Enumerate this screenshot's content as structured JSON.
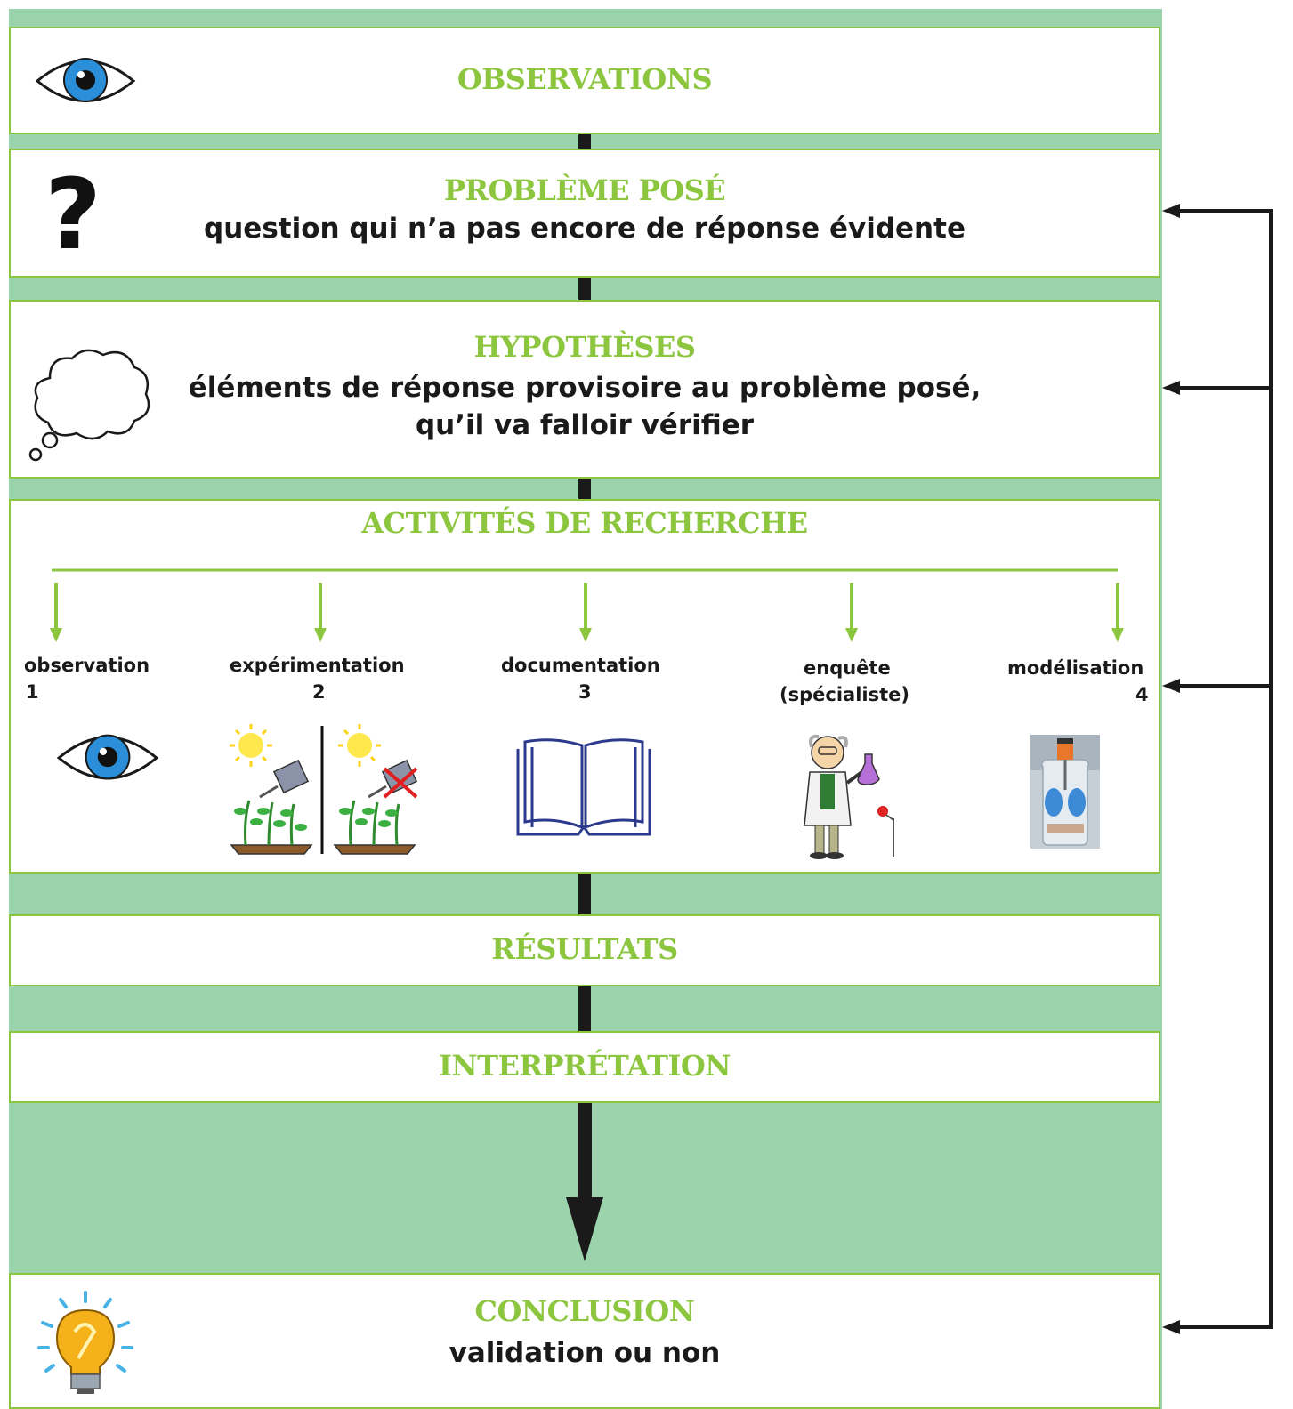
{
  "steps": {
    "observations": {
      "title": "OBSERVATIONS"
    },
    "probleme": {
      "title": "PROBLÈME POSÉ",
      "text": "question qui n’a pas encore de réponse évidente"
    },
    "hypotheses": {
      "title": "HYPOTHÈSES",
      "line1": "éléments de réponse provisoire au problème posé,",
      "line2": "qu’il va falloir vérifier"
    },
    "activites": {
      "title": "ACTIVITÉS DE RECHERCHE",
      "items": [
        {
          "label": "observation",
          "number": "1",
          "icon": "eye-icon"
        },
        {
          "label": "expérimentation",
          "number": "2",
          "icon": "plant-experiment-icon"
        },
        {
          "label": "documentation",
          "number": "3",
          "icon": "book-icon"
        },
        {
          "label": "enquête",
          "label2": "(spécialiste)",
          "icon": "scientist-icon"
        },
        {
          "label": "modélisation",
          "number": "4",
          "icon": "lung-model-icon"
        }
      ]
    },
    "resultats": {
      "title": "RÉSULTATS"
    },
    "interpretation": {
      "title": "INTERPRÉTATION"
    },
    "conclusion": {
      "title": "CONCLUSION",
      "text": "validation ou non"
    }
  },
  "colors": {
    "accent_green": "#8cc63f",
    "band_green": "#9ad3ac",
    "text_dark": "#1a1a1a",
    "eye_blue": "#2a8fd8"
  }
}
